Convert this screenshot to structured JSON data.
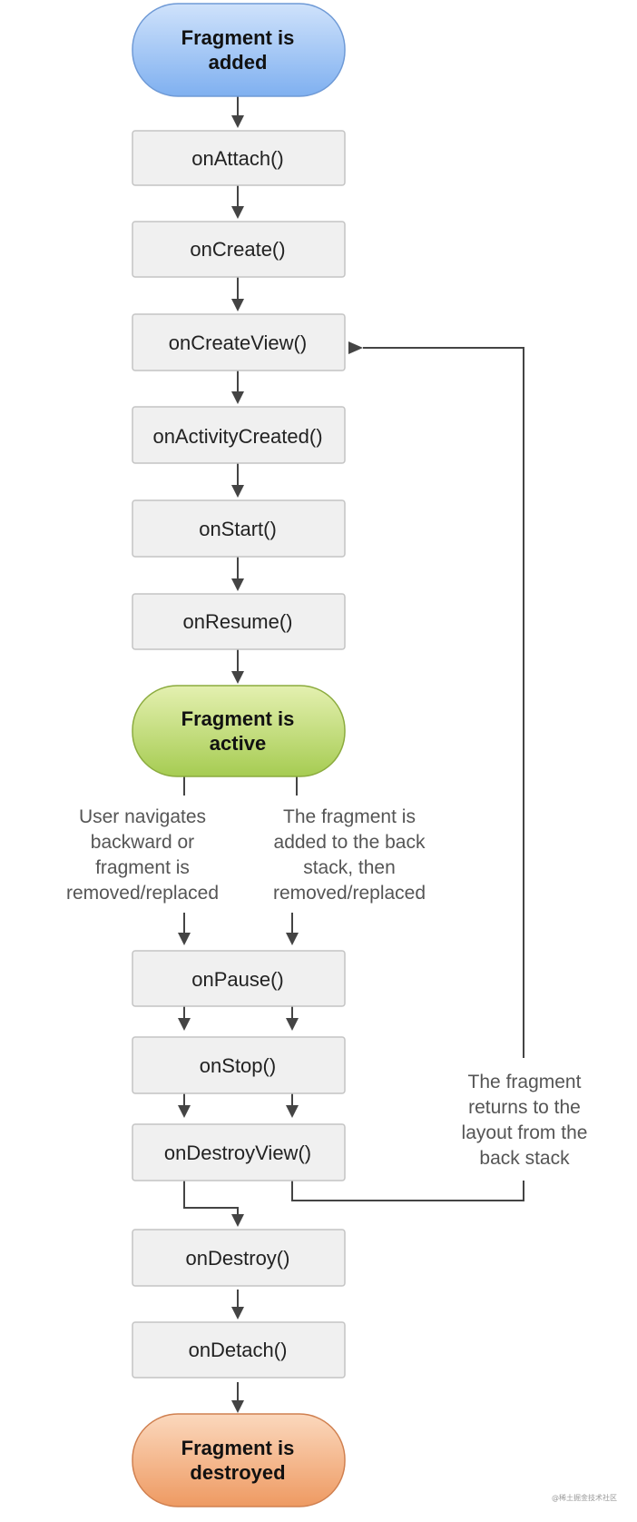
{
  "states": {
    "added": [
      "Fragment is",
      "added"
    ],
    "active": [
      "Fragment is",
      "active"
    ],
    "destroyed": [
      "Fragment is",
      "destroyed"
    ]
  },
  "methods": {
    "onAttach": "onAttach()",
    "onCreate": "onCreate()",
    "onCreateView": "onCreateView()",
    "onActivityCreated": "onActivityCreated()",
    "onStart": "onStart()",
    "onResume": "onResume()",
    "onPause": "onPause()",
    "onStop": "onStop()",
    "onDestroyView": "onDestroyView()",
    "onDestroy": "onDestroy()",
    "onDetach": "onDetach()"
  },
  "notes": {
    "user_navigates": [
      "User navigates",
      "backward or",
      "fragment is",
      "removed/replaced"
    ],
    "back_stack": [
      "The fragment is",
      "added to the back",
      "stack, then",
      "removed/replaced"
    ],
    "returns": [
      "The fragment",
      "returns to the",
      "layout from the",
      "back stack"
    ]
  },
  "colors": {
    "added": "#8cb8f2",
    "active": "#b2d35e",
    "destroyed": "#f0a470",
    "box_fill": "#f0f0f0",
    "arrow": "#444444"
  },
  "watermark": "@稀土掘金技术社区"
}
